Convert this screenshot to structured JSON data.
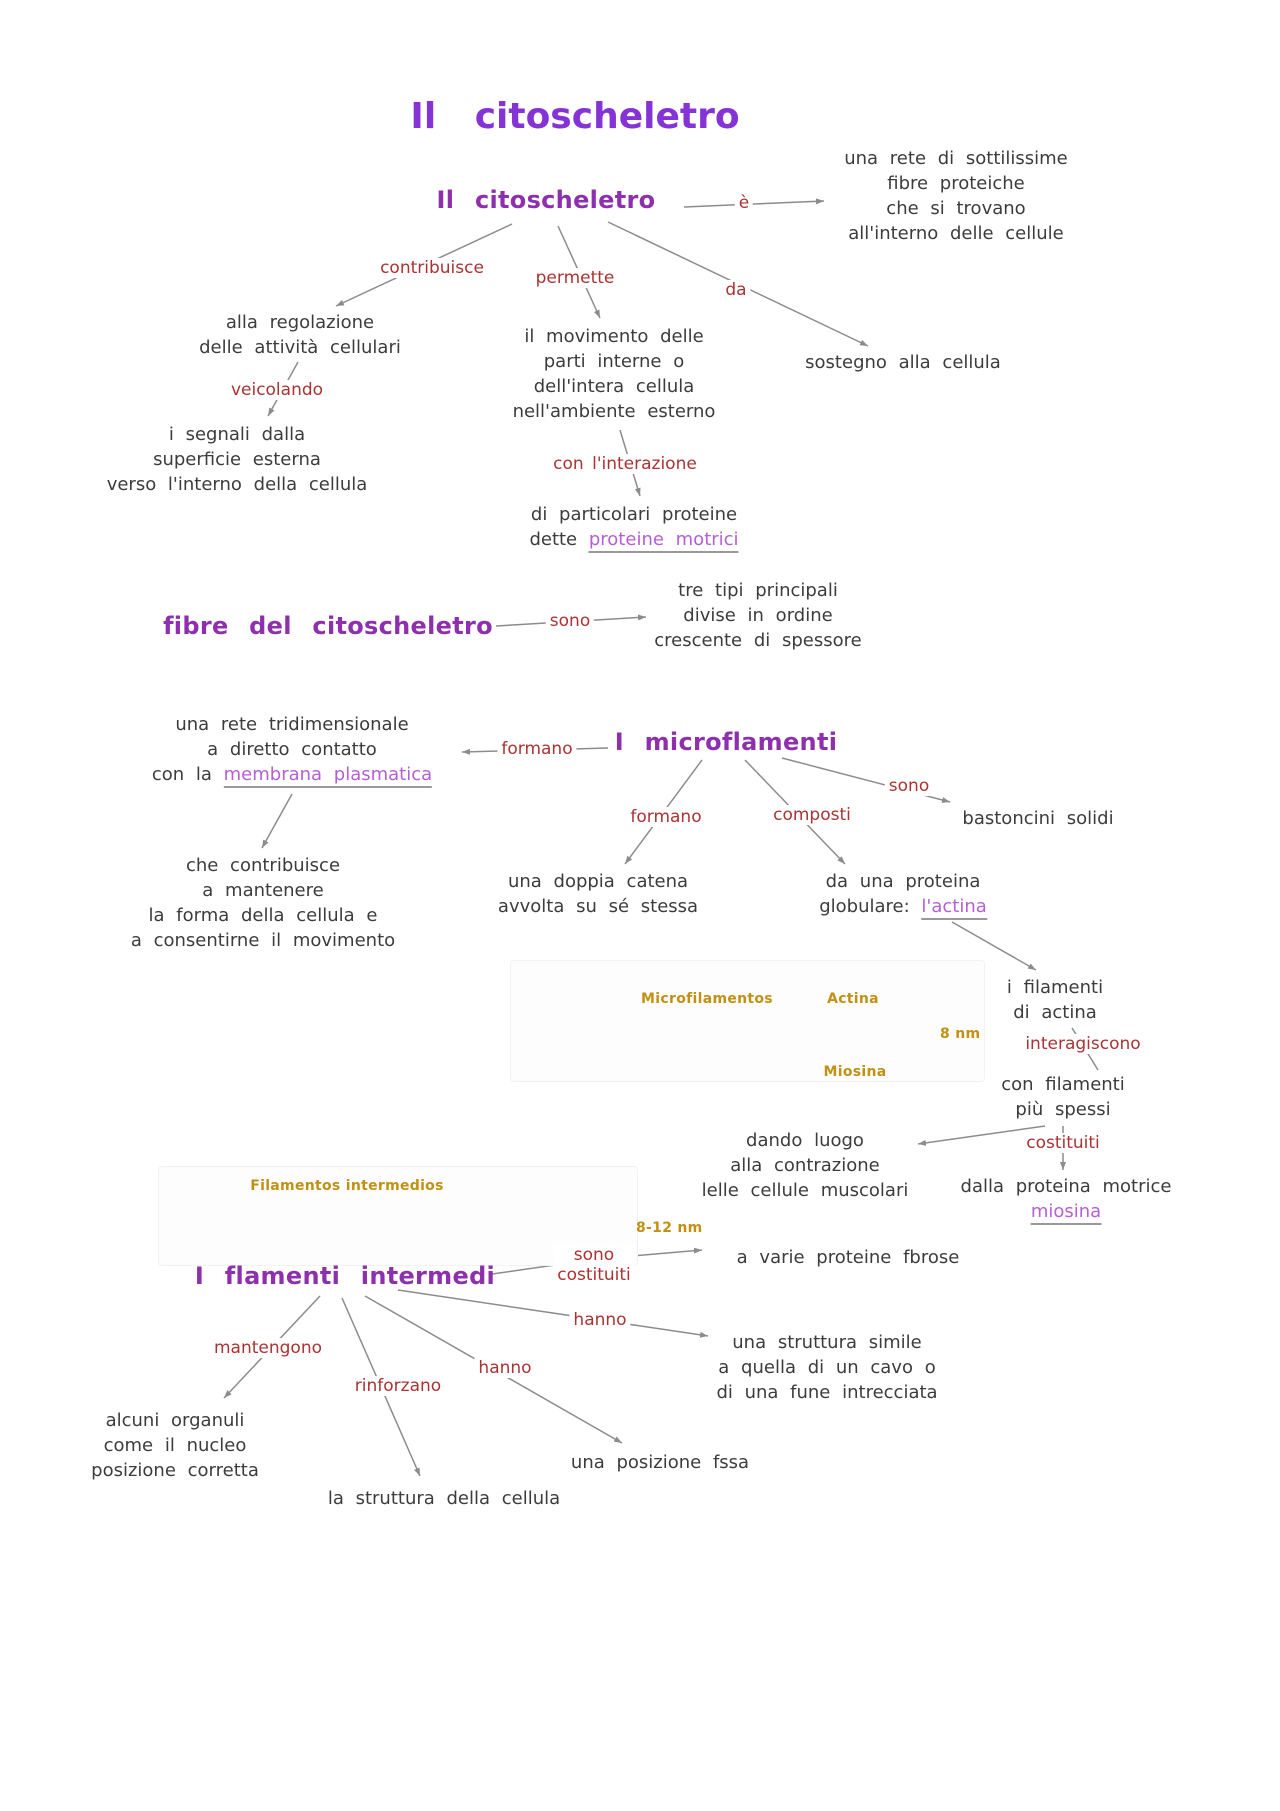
{
  "title": "Il citoscheletro",
  "nodes": {
    "root": "Il citoscheletro",
    "definition": "una rete di sottilissime\nfibre proteiche\nche si trovano\nall'interno delle cellule",
    "regolazione": "alla regolazione\ndelle attività cellulari",
    "movimento": "il movimento delle\nparti interne o\ndell'intera cellula\nnell'ambiente esterno",
    "sostegno": "sostegno alla cellula",
    "segnali": "i segnali dalla\nsuperficie esterna\nverso l'interno della cellula",
    "particolari_pre": "di particolari proteine\ndette ",
    "particolari_link": "proteine motrici",
    "fibre": "fibre del citoscheletro",
    "tre_tipi": "tre tipi principali\ndivise in ordine\ncrescente di spessore",
    "rete_pre": "una rete tridimensionale\na diretto contatto\ncon la ",
    "rete_link": "membrana plasmatica",
    "che_contribuisce": "che contribuisce\na mantenere\nla forma della cellula e\na consentirne il movimento",
    "microflamenti": "I microflamenti",
    "doppia": "una doppia catena\navvolta su sé stessa",
    "proteina_pre": "da una proteina\nglobulare: ",
    "proteina_link": "l'actina",
    "bastoncini": "bastoncini solidi",
    "filamenti_actina": "i filamenti\ndi actina",
    "con_filamenti": "con filamenti\npiù spessi",
    "dando": "dando luogo\nalla contrazione\nlelle cellule muscolari",
    "dalla_pre": "dalla proteina motrice\n",
    "dalla_link": "miosina",
    "varie": "a varie proteine fbrose",
    "intermedi": "I flamenti intermedi",
    "organuli": "alcuni organuli\ncome il nucleo\nposizione corretta",
    "struttura_cellula": "la struttura della cellula",
    "posizione": "una posizione fssa",
    "struttura_simile": "una struttura simile\na quella di un cavo o\ndi una fune intrecciata"
  },
  "edges": {
    "e": "è",
    "contribuisce": "contribuisce",
    "permette": "permette",
    "da": "da",
    "veicolando": "veicolando",
    "interazione": "con l'interazione",
    "sono1": "sono",
    "formano_left": "formano",
    "formano2": "formano",
    "composti": "composti",
    "sono2": "sono",
    "interagiscono": "interagiscono",
    "costituiti": "costituiti",
    "sono_costituiti": "sono\ncostituiti",
    "mantengono": "mantengono",
    "rinforzano": "rinforzano",
    "hanno1": "hanno",
    "hanno2": "hanno"
  },
  "figures": {
    "micro": {
      "title": "Microfilamentos",
      "actina": "Actina",
      "miosina": "Miosina",
      "scale": "8 nm"
    },
    "inter": {
      "title": "Filamentos intermedios",
      "scale": "8-12 nm"
    }
  },
  "colors": {
    "title_purple": "#8633d6",
    "node_purple": "#8e2fae",
    "link_purple": "#b55fd6",
    "label_red": "#ab3232",
    "body_text": "#3c3c3c",
    "arrow_gray": "#8c8c8c",
    "figure_gold": "#c29113",
    "bead_pink": "#c56e88",
    "bead_maroon": "#7a2040",
    "bead_light_green": "#a9cf72",
    "bead_dark_green": "#46651c"
  }
}
